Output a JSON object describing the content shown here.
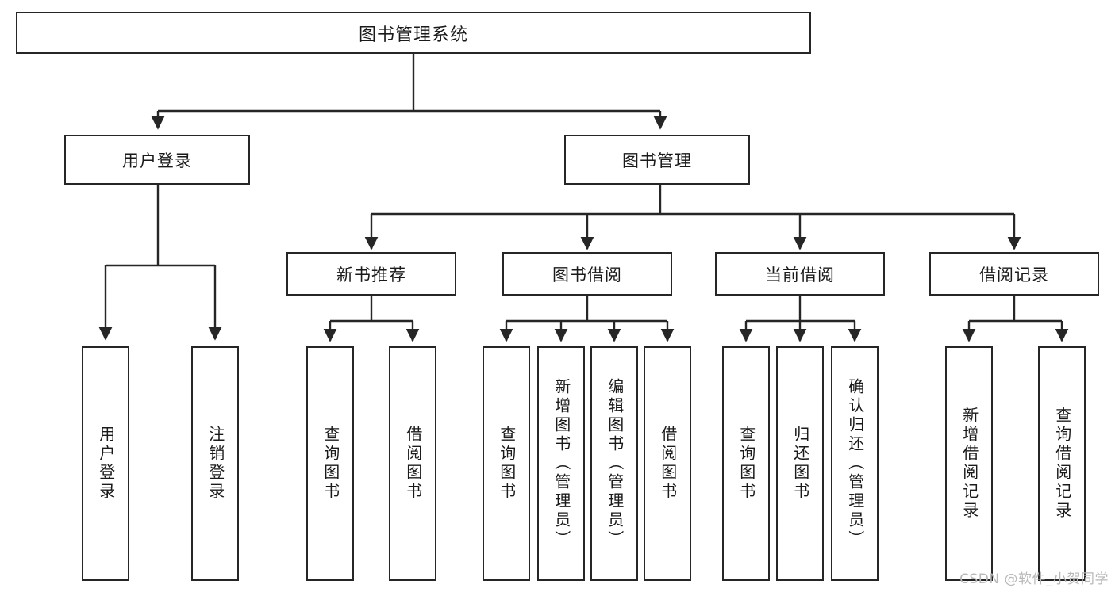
{
  "diagram": {
    "title": "图书管理系统",
    "type": "tree",
    "root": {
      "label": "图书管理系统",
      "orientation": "horizontal"
    },
    "level2": [
      {
        "label": "用户登录",
        "orientation": "horizontal"
      },
      {
        "label": "图书管理",
        "orientation": "horizontal"
      }
    ],
    "level3": [
      {
        "label": "新书推荐",
        "orientation": "horizontal"
      },
      {
        "label": "图书借阅",
        "orientation": "horizontal"
      },
      {
        "label": "当前借阅",
        "orientation": "horizontal"
      },
      {
        "label": "借阅记录",
        "orientation": "horizontal"
      }
    ],
    "leaves": {
      "user_login": [
        {
          "label": "用户登录"
        },
        {
          "label": "注销登录"
        }
      ],
      "new_book_recommend": [
        {
          "label": "查询图书"
        },
        {
          "label": "借阅图书"
        }
      ],
      "book_borrow": [
        {
          "label": "查询图书"
        },
        {
          "label": "新增图书（管理员）"
        },
        {
          "label": "编辑图书（管理员）"
        },
        {
          "label": "借阅图书"
        }
      ],
      "current_borrow": [
        {
          "label": "查询图书"
        },
        {
          "label": "归还图书"
        },
        {
          "label": "确认归还（管理员）"
        }
      ],
      "borrow_records": [
        {
          "label": "新增借阅记录"
        },
        {
          "label": "查询借阅记录"
        }
      ]
    },
    "watermark": "CSDN @软件_小贺同学",
    "colors": {
      "stroke": "#262626",
      "fill": "#ffffff",
      "text": "#1a1a1a",
      "watermark": "#b8b8b8"
    }
  }
}
